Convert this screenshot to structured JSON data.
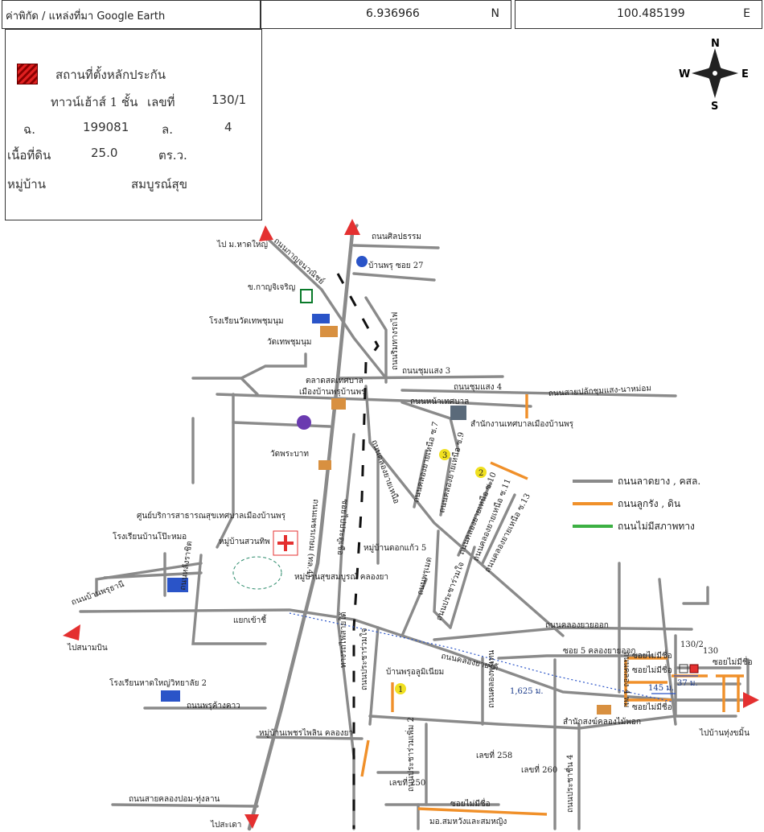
{
  "header": {
    "source_label": "ค่าพิกัด / แหล่งที่มา Google Earth",
    "lat": "6.936966",
    "lat_unit": "N",
    "lon": "100.485199",
    "lon_unit": "E"
  },
  "info": {
    "legend_label": "สถานที่ตั้งหลักประกัน",
    "type": "ทาวน์เฮ้าส์ 1 ชั้น",
    "no_label": "เลขที่",
    "no": "130/1",
    "deed_label": "ฉ.",
    "deed": "199081",
    "lot_label": "ล.",
    "lot": "4",
    "area_label": "เนื้อที่ดิน",
    "area": "25.0",
    "area_unit": "ตร.ว.",
    "village_label": "หมู่บ้าน",
    "village": "สมบูรณ์สุข"
  },
  "compass": {
    "n": "N",
    "s": "S",
    "e": "E",
    "w": "W"
  },
  "legend": {
    "paved": "ถนนลาดยาง , คสล.",
    "gravel": "ถนนลูกรัง , ดิน",
    "none": "ถนนไม่มีสภาพทาง",
    "colors": {
      "paved": "#8a8a8a",
      "gravel": "#f0902a",
      "none": "#3cb043"
    }
  },
  "map_labels": {
    "to_hatyai_univ": "ไป ม.หาดใหญ่",
    "thanon_kanchanavanich": "ถนนกาญจนวณิชย์",
    "thanon_silpatham": "ถนนศิลปธรรม",
    "banphru_soi27": "บ้านพรุ ซอย 27",
    "kanmitcharoen": "ข.กาญจิเจริญ",
    "school_watthepchumnum": "โรงเรียนวัดเทพชุมนุม",
    "wat_thepchumnum": "วัดเทพชุมนุม",
    "chumsaeng3": "ถนนชุมแสง 3",
    "chumsaeng4": "ถนนชุมแสง 4",
    "market": "ตลาดสดเทศบาล",
    "market2": "เมืองบ้านพรุบ้านพรุ",
    "rail_road": "ถนนริมทางรถไฟ",
    "thanon_nathetsaban": "ถนนหน้าเทศบาล",
    "thanon_saiklong": "ถนนสายปลักชุมแสง-นาหม่อม",
    "municipal_office": "สำนักงานเทศบาลเมืองบ้านพรุ",
    "wat_phrabat": "วัดพระบาท",
    "klongyai_nuea": "ถนนคลองยายเหนือ",
    "klongyai_nuea7": "ถนนคลองยายเหนือ ซ.7",
    "klongyai_nuea9": "ถนนคลองยายเหนือ ซ.9",
    "klongyai_nuea10": "ถนนคลองยายเหนือ ซ.10",
    "klongyai_nuea11": "ถนนคลองยายเหนือ ซ.11",
    "klongyai_nuea13": "ถนนคลองยายเหนือ ซ.13",
    "phetkasem": "ถนนเพชรเกษม (ทล.4)",
    "soi_pratu": "ซอยไปประตูเชือ",
    "health_center": "ศูนย์บริการสาธารณสุขเทศบาลเมืองบ้านพรุ",
    "school_banpopomo": "โรงเรียนบ้านโป๊ะหมอ",
    "village_suanthip": "หมู่บ้านสวนทิพ",
    "village_dokkaew5": "หมู่บ้านดอกแก้ว 5",
    "village_suksombun": "หมู่บ้านสุขสมบูรณ์ คลองยา",
    "phru_mot": "ถนนพรุเมด",
    "thanon_porangsil": "ถนนหลังราชิต",
    "thanon_banphruthani": "ถนนบ้านพรุธานี",
    "to_airport": "ไปสนามบิน",
    "yaek_khaomaeng": "แยกเข้าชี้",
    "thanon_prachawit": "ถนนประชาร่วมใจ",
    "klongyai_tok": "ถนนคลองยายออก",
    "soi5_klongyai": "ซอย 5 คลองยายออก",
    "klongyai_tai": "ถนนคลองยายใต้",
    "village_umineium": "บ้านพรุอลูมิเนียม",
    "rail_tang": "ทางรถไฟสายใต้",
    "thanon_prachawit2": "ถนนประชาร่วมใจ",
    "school_hatyaiwittaya2": "โรงเรียนหาดใหญ่วิทยาลัย 2",
    "thanon_phrukangkao": "ถนนพรุค้างคาว",
    "dist_1625": "1,625 ม.",
    "dist_145": "145 ม.",
    "dist_37": "37 ม.",
    "no_130_2": "130/2",
    "no_130": "130",
    "soi_mai_mi_chue": "ซอยไม่มีชื่อ",
    "klong_4": "ถนนคลอง 4 พม",
    "to_bantungkhaimin": "ไปบ้านทุ่งขมิ้น",
    "klong_phok": "สำนักสงฆ์คลองไม้พอก",
    "phetphilin": "หมู่บ้านเพชรไพลิน คลองยา",
    "house_258": "เลขที่ 258",
    "house_260": "เลขที่ 260",
    "house_250": "เลขที่ 250",
    "prachawit_soi2": "ถนนประชาร่วมเพิ่ม 2",
    "somwang": "มอ.สมหวังและสมหญิง",
    "klongphrao": "ถนนคลองพรุเทน",
    "prachachuen4": "ถนนประชาชื่น 4",
    "saikhlongpom": "ถนนสายคลองปอม-ทุ่งลาน",
    "to_sadao": "ไปสะเดา",
    "m1": "1",
    "m2": "2",
    "m3": "3"
  }
}
